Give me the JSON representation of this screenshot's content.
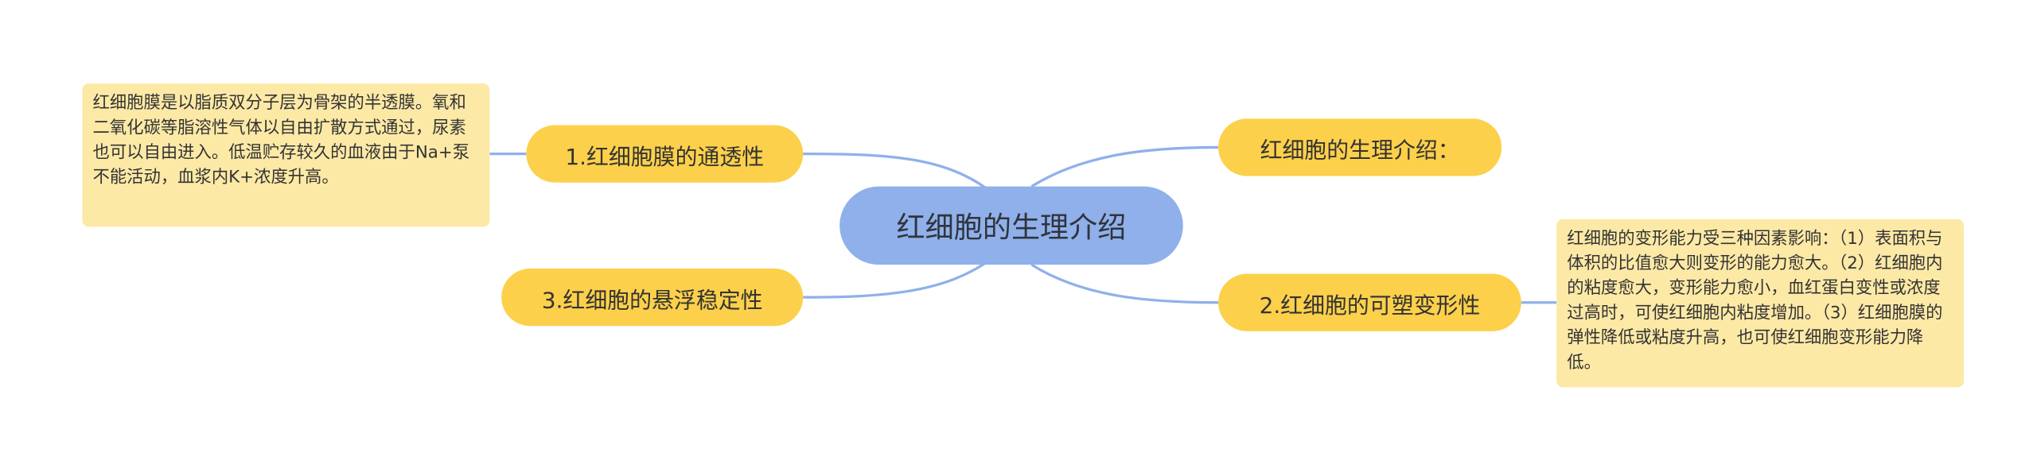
{
  "colors": {
    "root_fill": "#8fb0ea",
    "topic_fill": "#fcd04a",
    "note_fill": "#fde9a6",
    "connector": "#8fb0ea",
    "text": "#333333"
  },
  "root": {
    "label": "红细胞的生理介绍"
  },
  "topics": {
    "permeability": {
      "label": "1.红细胞膜的通透性",
      "note": "红细胞膜是以脂质双分子层为骨架的半透膜。氧和二氧化碳等脂溶性气体以自由扩散方式通过，尿素也可以自由进入。低温贮存较久的血液由于Na+泵不能活动，血浆内K+浓度升高。"
    },
    "suspension": {
      "label": "3.红细胞的悬浮稳定性"
    },
    "intro": {
      "label": "红细胞的生理介绍："
    },
    "deformability": {
      "label": "2.红细胞的可塑变形性",
      "note": "红细胞的变形能力受三种因素影响：（1）表面积与体积的比值愈大则变形的能力愈大。（2）红细胞内的粘度愈大，变形能力愈小，血红蛋白变性或浓度过高时，可使红细胞内粘度增加。（3）红细胞膜的弹性降低或粘度升高，也可使红细胞变形能力降低。"
    }
  }
}
